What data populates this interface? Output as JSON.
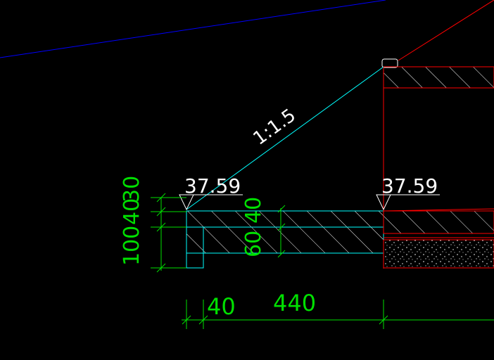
{
  "drawing": {
    "slope_label": "1:1.5",
    "elevation_left": "37.59",
    "elevation_right": "37.59",
    "dim_left_vertical": [
      "100",
      "40",
      "30"
    ],
    "dim_inner_vertical": [
      "60",
      "40"
    ],
    "dim_horizontal": [
      "40",
      "440"
    ]
  },
  "colors": {
    "background": "#000000",
    "blue_line": "#0000ff",
    "red_line": "#ff0000",
    "cyan_line": "#00ffff",
    "green_dim": "#00e000",
    "white_text": "#ffffff"
  }
}
